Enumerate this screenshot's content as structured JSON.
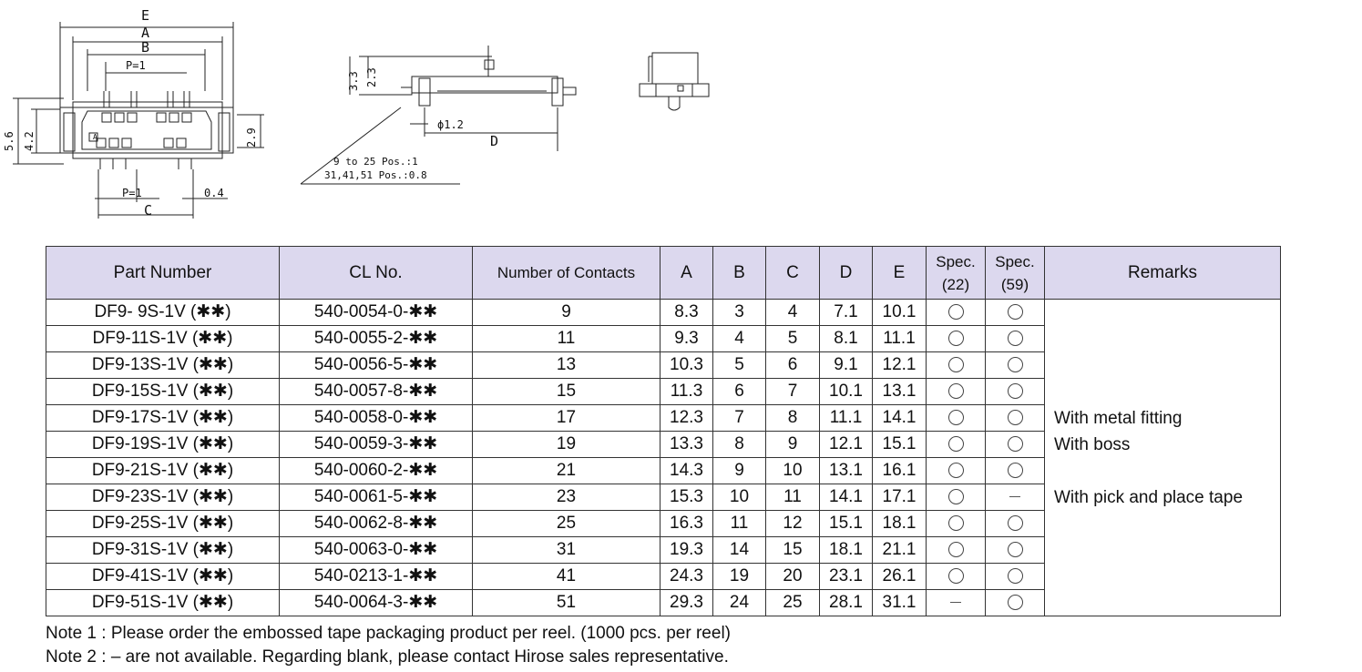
{
  "drawing": {
    "front": {
      "label_e": "E",
      "label_a": "A",
      "label_b": "B",
      "label_p_top": "P=1",
      "label_p_bottom": "P=1",
      "label_c": "C",
      "label_04": "0.4",
      "label_56": "5.6",
      "label_42": "4.2",
      "label_29": "2.9",
      "label_marker": "A"
    },
    "side": {
      "label_33": "3.3",
      "label_23": "2.3",
      "label_phi": "ϕ1.2",
      "label_d": "D",
      "note_line1": "9 to 25 Pos.:1",
      "note_line2": "31,41,51 Pos.:0.8"
    }
  },
  "table": {
    "headers": [
      "Part Number",
      "CL No.",
      "Number of Contacts",
      "A",
      "B",
      "C",
      "D",
      "E",
      "Spec. (22)",
      "Spec. (59)",
      "Remarks"
    ],
    "rows": [
      {
        "part": "DF9-  9S-1V (✱✱)",
        "cl": "540-0054-0-✱✱",
        "contacts": "9",
        "a": "8.3",
        "b": "3",
        "c": "4",
        "d": "7.1",
        "e": "10.1",
        "s22": "circle",
        "s59": "circle"
      },
      {
        "part": "DF9-11S-1V (✱✱)",
        "cl": "540-0055-2-✱✱",
        "contacts": "11",
        "a": "9.3",
        "b": "4",
        "c": "5",
        "d": "8.1",
        "e": "11.1",
        "s22": "circle",
        "s59": "circle"
      },
      {
        "part": "DF9-13S-1V (✱✱)",
        "cl": "540-0056-5-✱✱",
        "contacts": "13",
        "a": "10.3",
        "b": "5",
        "c": "6",
        "d": "9.1",
        "e": "12.1",
        "s22": "circle",
        "s59": "circle"
      },
      {
        "part": "DF9-15S-1V (✱✱)",
        "cl": "540-0057-8-✱✱",
        "contacts": "15",
        "a": "11.3",
        "b": "6",
        "c": "7",
        "d": "10.1",
        "e": "13.1",
        "s22": "circle",
        "s59": "circle"
      },
      {
        "part": "DF9-17S-1V (✱✱)",
        "cl": "540-0058-0-✱✱",
        "contacts": "17",
        "a": "12.3",
        "b": "7",
        "c": "8",
        "d": "11.1",
        "e": "14.1",
        "s22": "circle",
        "s59": "circle"
      },
      {
        "part": "DF9-19S-1V (✱✱)",
        "cl": "540-0059-3-✱✱",
        "contacts": "19",
        "a": "13.3",
        "b": "8",
        "c": "9",
        "d": "12.1",
        "e": "15.1",
        "s22": "circle",
        "s59": "circle"
      },
      {
        "part": "DF9-21S-1V (✱✱)",
        "cl": "540-0060-2-✱✱",
        "contacts": "21",
        "a": "14.3",
        "b": "9",
        "c": "10",
        "d": "13.1",
        "e": "16.1",
        "s22": "circle",
        "s59": "circle"
      },
      {
        "part": "DF9-23S-1V (✱✱)",
        "cl": "540-0061-5-✱✱",
        "contacts": "23",
        "a": "15.3",
        "b": "10",
        "c": "11",
        "d": "14.1",
        "e": "17.1",
        "s22": "circle",
        "s59": "dash"
      },
      {
        "part": "DF9-25S-1V (✱✱)",
        "cl": "540-0062-8-✱✱",
        "contacts": "25",
        "a": "16.3",
        "b": "11",
        "c": "12",
        "d": "15.1",
        "e": "18.1",
        "s22": "circle",
        "s59": "circle"
      },
      {
        "part": "DF9-31S-1V (✱✱)",
        "cl": "540-0063-0-✱✱",
        "contacts": "31",
        "a": "19.3",
        "b": "14",
        "c": "15",
        "d": "18.1",
        "e": "21.1",
        "s22": "circle",
        "s59": "circle"
      },
      {
        "part": "DF9-41S-1V (✱✱)",
        "cl": "540-0213-1-✱✱",
        "contacts": "41",
        "a": "24.3",
        "b": "19",
        "c": "20",
        "d": "23.1",
        "e": "26.1",
        "s22": "circle",
        "s59": "circle"
      },
      {
        "part": "DF9-51S-1V (✱✱)",
        "cl": "540-0064-3-✱✱",
        "contacts": "51",
        "a": "29.3",
        "b": "24",
        "c": "25",
        "d": "28.1",
        "e": "31.1",
        "s22": "dash",
        "s59": "circle"
      }
    ],
    "remarks": [
      "With metal fitting",
      "With boss",
      "",
      "With pick and place tape"
    ]
  },
  "notes": {
    "note1": "Note 1 : Please order the embossed tape packaging product per reel. (1000 pcs. per reel)",
    "note2": "Note 2 : – are not available. Regarding blank, please contact Hirose sales representative."
  }
}
